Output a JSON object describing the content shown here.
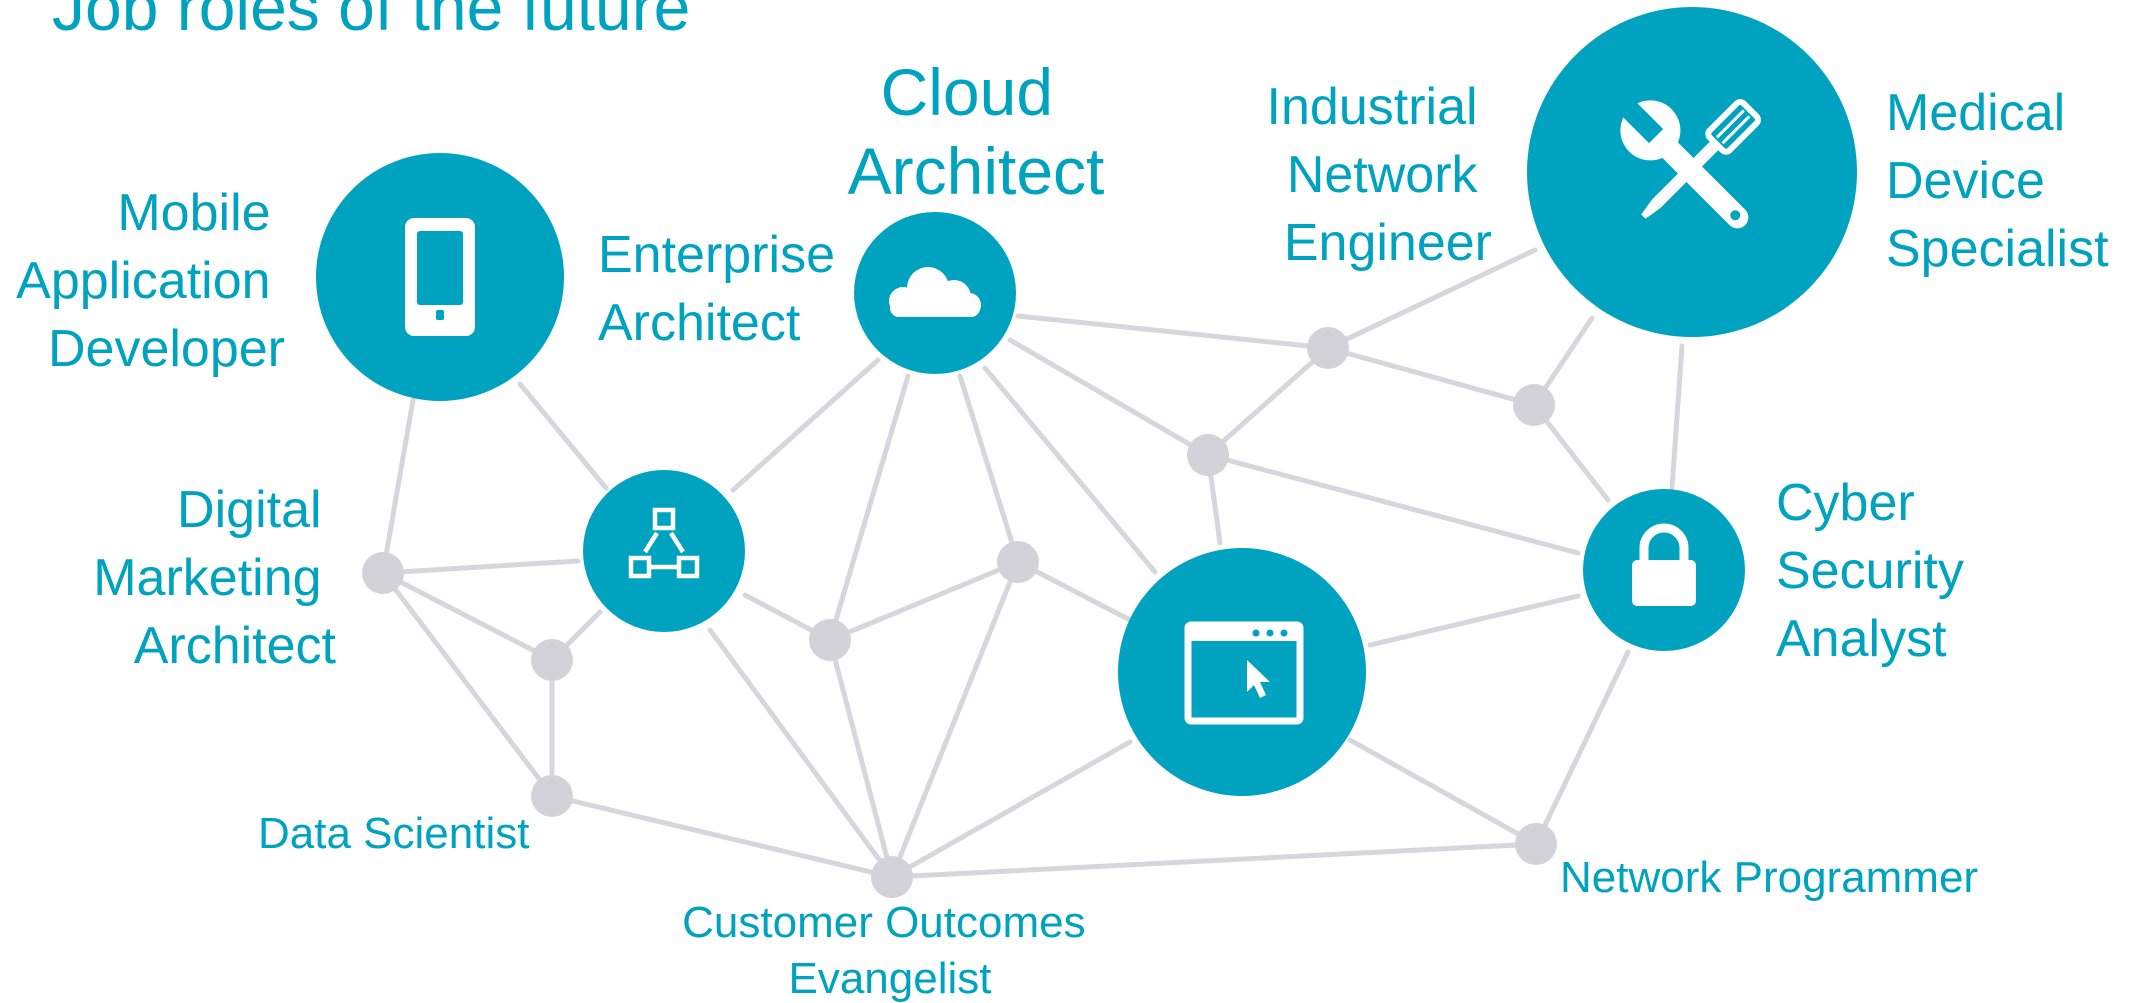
{
  "title": "Job roles of the future",
  "colors": {
    "accent": "#00A3BF",
    "link": "#D6D6DC",
    "junction": "#D2D2D8",
    "icon": "#FFFFFF",
    "background": "#FFFFFF"
  },
  "roles": {
    "cloud_architect": [
      "Cloud",
      "Architect"
    ],
    "mobile_application_developer": [
      "Mobile",
      "Application",
      "Developer"
    ],
    "enterprise_architect": [
      "Enterprise",
      "Architect"
    ],
    "industrial_network_engineer": [
      "Industrial",
      "Network",
      "Engineer"
    ],
    "medical_device_specialist": [
      "Medical",
      "Device",
      "Specialist"
    ],
    "digital_marketing_architect": [
      "Digital",
      "Marketing",
      "Architect"
    ],
    "cyber_security_analyst": [
      "Cyber",
      "Security",
      "Analyst"
    ],
    "data_scientist": "Data Scientist",
    "network_programmer": "Network Programmer",
    "customer_outcomes_evangelist": [
      "Customer Outcomes",
      "Evangelist"
    ]
  },
  "icons": {
    "mobile": "mobile-phone-icon",
    "cloud": "cloud-icon",
    "tools": "wrench-screwdriver-icon",
    "network": "network-hierarchy-icon",
    "browser": "browser-window-icon",
    "security": "padlock-icon"
  }
}
